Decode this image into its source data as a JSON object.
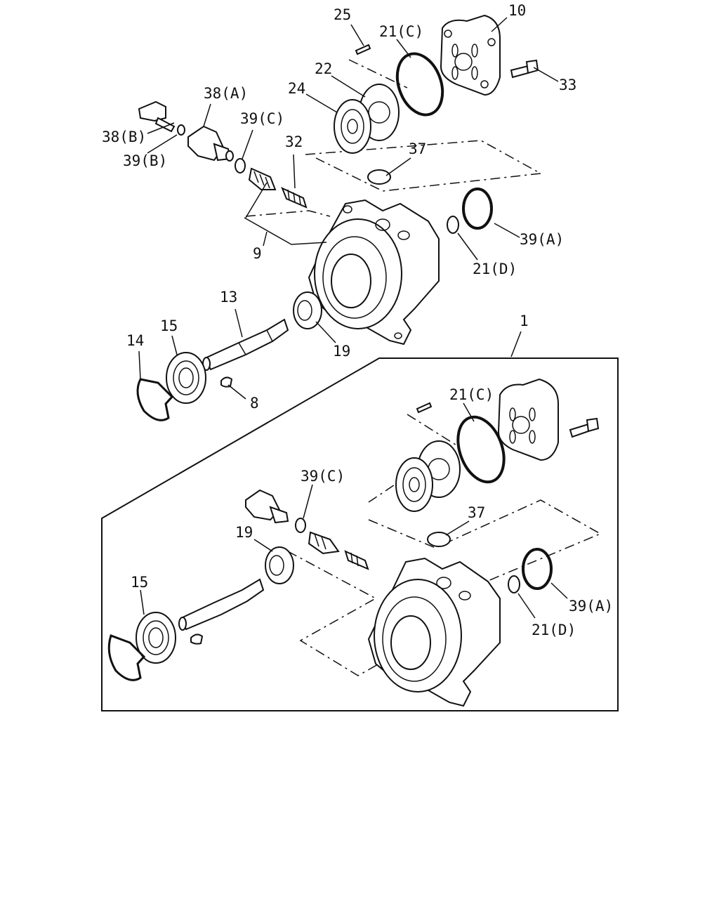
{
  "labels": {
    "l25": "25",
    "l21c_top": "21(C)",
    "l10": "10",
    "l22": "22",
    "l24": "24",
    "l33": "33",
    "l38a": "38(A)",
    "l38b": "38(B)",
    "l39b": "39(B)",
    "l39c_top": "39(C)",
    "l32": "32",
    "l37_top": "37",
    "l39a_top": "39(A)",
    "l21d_top": "21(D)",
    "l9": "9",
    "l13": "13",
    "l15_top": "15",
    "l14": "14",
    "l19_top": "19",
    "l8": "8",
    "l1": "1",
    "l21c_box": "21(C)",
    "l39c_box": "39(C)",
    "l37_box": "37",
    "l19_box": "19",
    "l15_box": "15",
    "l39a_box": "39(A)",
    "l21d_box": "21(D)"
  }
}
